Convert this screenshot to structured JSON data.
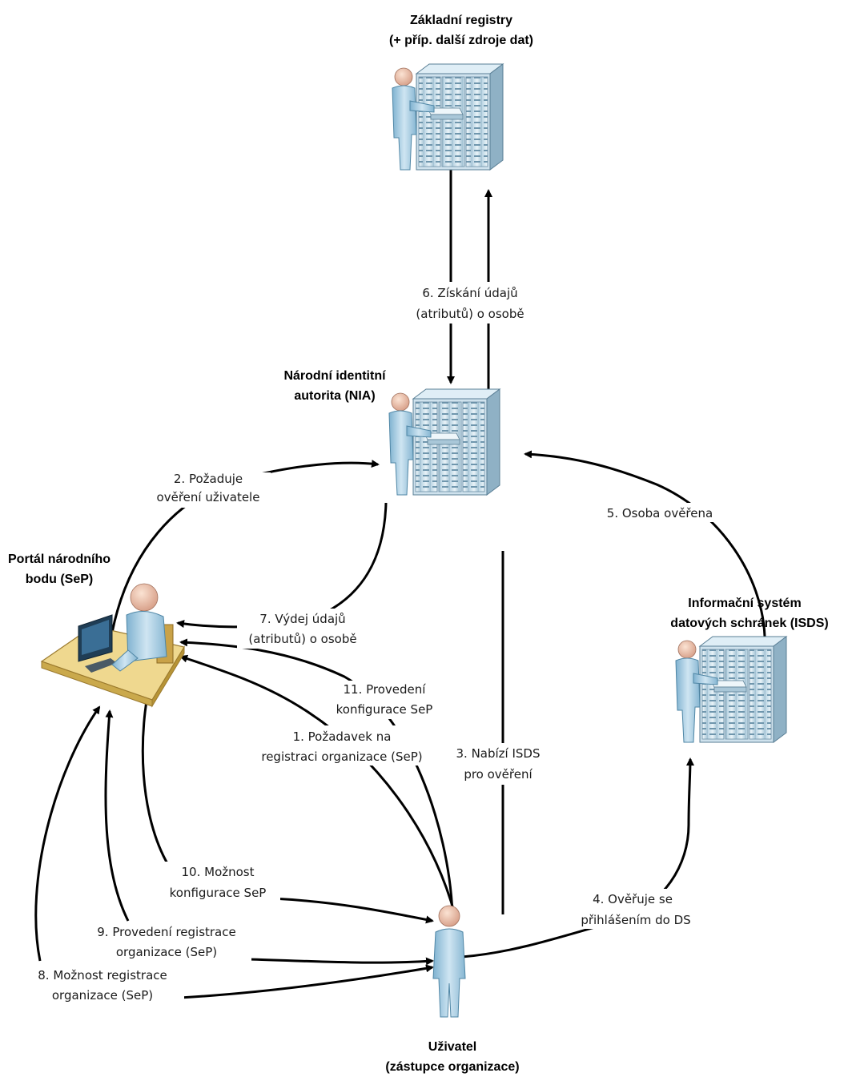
{
  "nodes": {
    "registries": {
      "title": [
        "Základní registry",
        "(+ příp. další zdroje dat)"
      ],
      "icon": "server-rack-with-operator-icon"
    },
    "nia": {
      "title": [
        "Národní identitní",
        "autorita (NIA)"
      ],
      "icon": "server-rack-with-operator-icon"
    },
    "portal": {
      "title": [
        "Portál národního",
        "bodu (SeP)"
      ],
      "icon": "workstation-operator-icon"
    },
    "isds": {
      "title": [
        "Informační systém",
        "datových schránek (ISDS)"
      ],
      "icon": "server-rack-with-operator-icon"
    },
    "user": {
      "title": [
        "Uživatel",
        "(zástupce organizace)"
      ],
      "icon": "person-icon"
    }
  },
  "steps": {
    "s1": [
      "1. Požadavek na",
      "registraci organizace (SeP)"
    ],
    "s2": [
      "2. Požaduje",
      "ověření uživatele"
    ],
    "s3": [
      "3. Nabízí ISDS",
      "pro ověření"
    ],
    "s4": [
      "4. Ověřuje se",
      "přihlášením do DS"
    ],
    "s5": [
      "5. Osoba ověřena"
    ],
    "s6": [
      "6. Získání údajů",
      "(atributů) o osobě"
    ],
    "s7": [
      "7. Výdej údajů",
      "(atributů) o osobě"
    ],
    "s8": [
      "8. Možnost registrace",
      "organizace (SeP)"
    ],
    "s9": [
      "9. Provedení registrace",
      "organizace (SeP)"
    ],
    "s10": [
      "10. Možnost",
      "konfigurace SeP"
    ],
    "s11": [
      "11. Provedení",
      "konfigurace SeP"
    ]
  }
}
